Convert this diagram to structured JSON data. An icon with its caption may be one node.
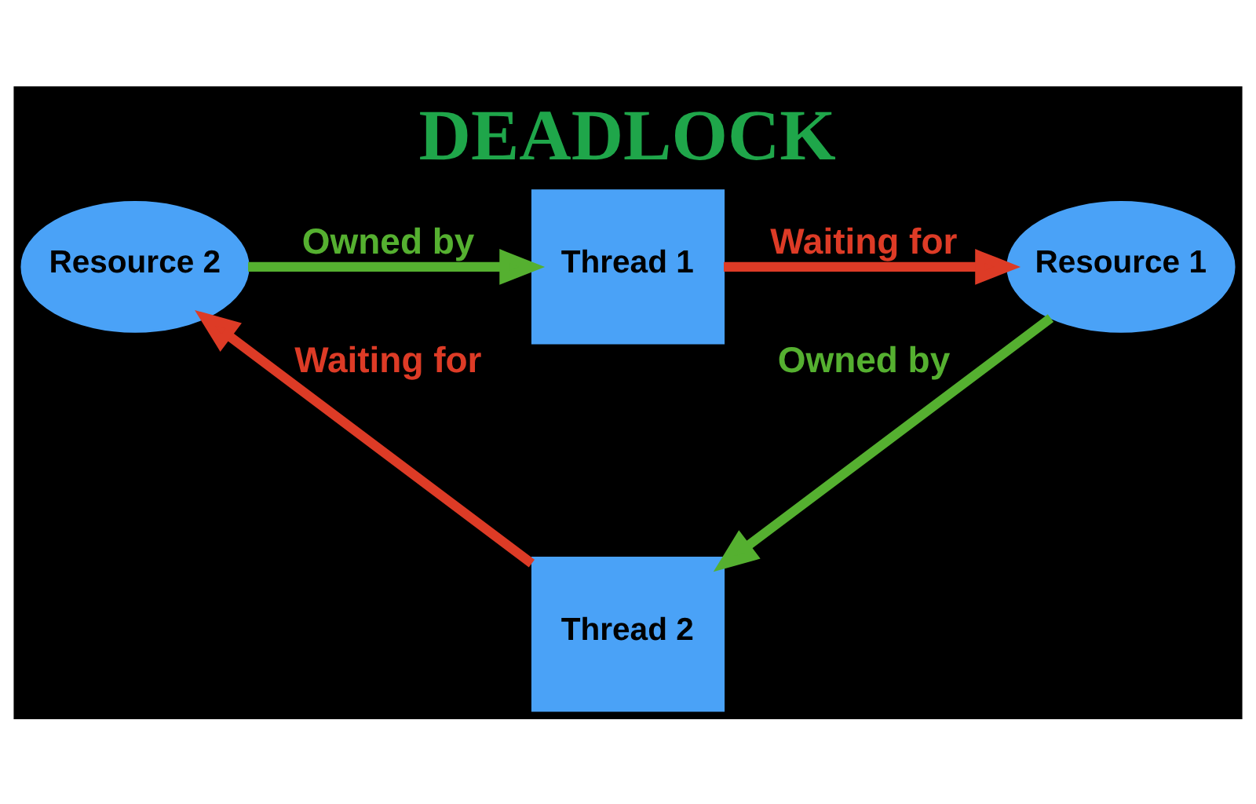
{
  "diagram": {
    "title": "DEADLOCK",
    "nodes": [
      {
        "text": [
          "Thread 1"
        ]
      },
      {
        "text": [
          "Resource 2"
        ]
      },
      {
        "text": [
          "Resource 1"
        ]
      },
      {
        "text": [
          "Thread 2"
        ]
      }
    ],
    "edges": [
      {
        "from": 1,
        "to": 0,
        "arrow": "to",
        "label": "Owned by",
        "color": "#55b030"
      },
      {
        "from": 0,
        "to": 2,
        "arrow": "to",
        "label": "Waiting for",
        "color": "#dd3b26"
      },
      {
        "from": 2,
        "to": 3,
        "arrow": "to",
        "label": "Owned by",
        "color": "#55b030"
      },
      {
        "from": 3,
        "to": 1,
        "arrow": "to",
        "label": "Waiting for",
        "color": "#dd3b26"
      }
    ]
  }
}
